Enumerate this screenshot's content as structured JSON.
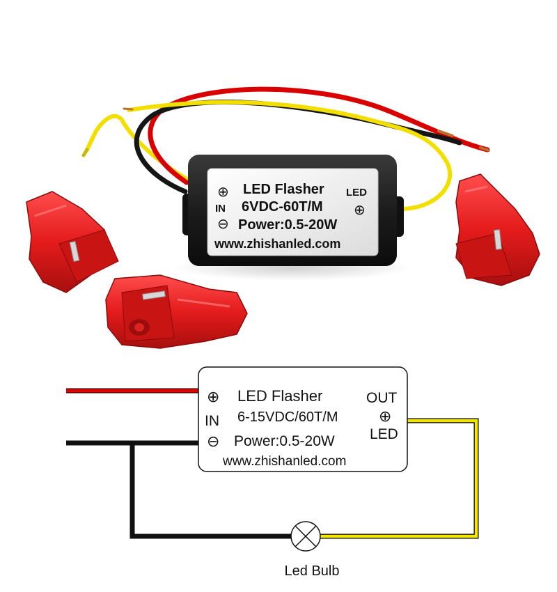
{
  "product": {
    "label_title": "LED Flasher",
    "label_spec": "6VDC-60T/M",
    "label_power": "Power:0.5-20W",
    "label_url": "www.zhishanled.com",
    "label_in": "IN",
    "label_out": "LED",
    "plus_symbol": "⊕",
    "minus_symbol": "⊖"
  },
  "diagram": {
    "title": "LED Flasher",
    "spec": "6-15VDC/60T/M",
    "power": "Power:0.5-20W",
    "url": "www.zhishanled.com",
    "in_label": "IN",
    "out_label": "OUT",
    "led_label": "LED",
    "bulb_label": "Led Bulb",
    "plus_symbol": "⊕",
    "minus_symbol": "⊖"
  },
  "colors": {
    "wire_red": "#e60000",
    "wire_black": "#111111",
    "wire_yellow": "#f2e600",
    "connector_red": "#e41b1b",
    "module_black": "#1c1c1c",
    "label_white": "#f4f4f4"
  }
}
